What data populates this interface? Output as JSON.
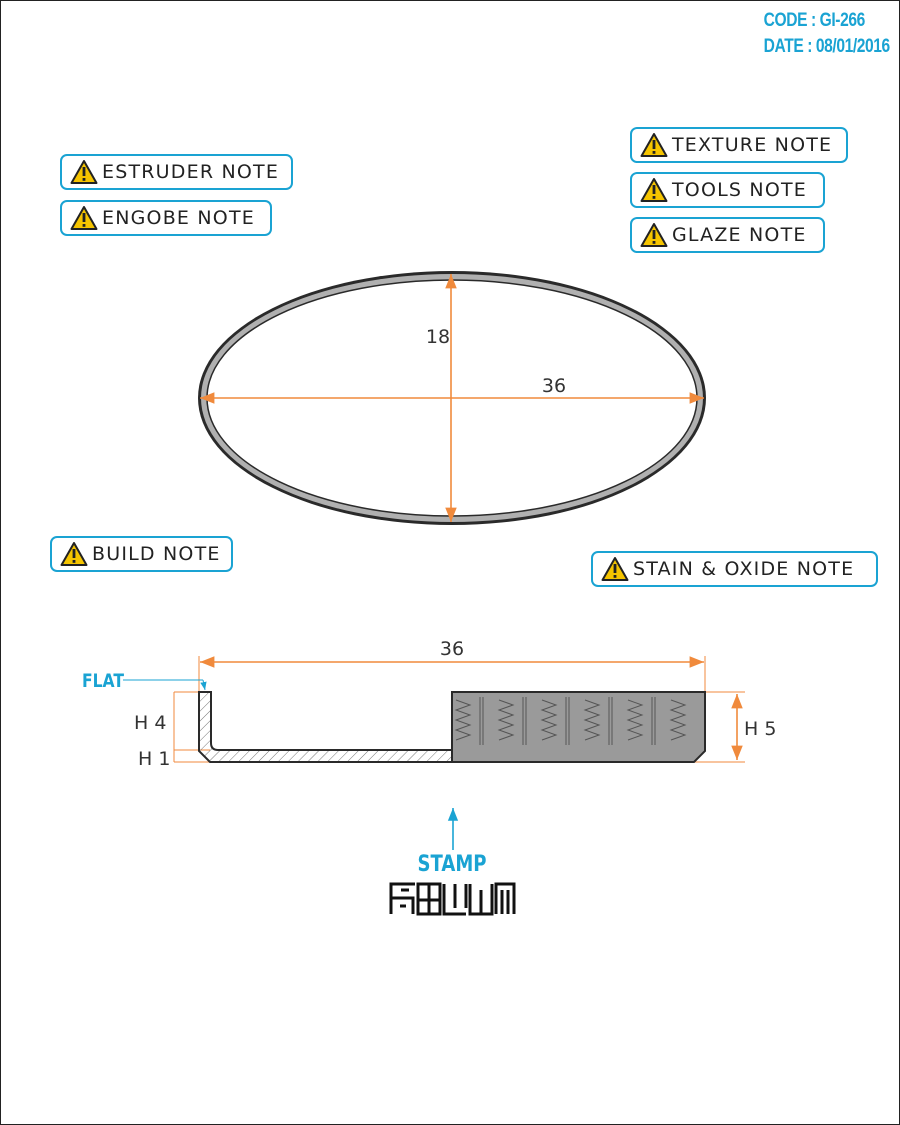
{
  "header": {
    "code": "CODE : GI-266",
    "date": "DATE : 08/01/2016"
  },
  "notes": {
    "estruder": "ESTRUDER NOTE",
    "engobe": "ENGOBE NOTE",
    "texture": "TEXTURE NOTE",
    "tools": "TOOLS NOTE",
    "glaze": "GLAZE NOTE",
    "build": "BUILD NOTE",
    "stain_oxide": "STAIN & OXIDE NOTE"
  },
  "icons": {
    "note_icon": "warning-triangle-icon",
    "stamp_logo": "stamp-logo-icon"
  },
  "top_view": {
    "height_dim": "18",
    "width_dim": "36"
  },
  "section_view": {
    "width_dim": "36",
    "flat_label": "FLAT",
    "h4_label": "H 4",
    "h1_label": "H 1",
    "h5_label": "H 5"
  },
  "stamp": {
    "label": "STAMP"
  },
  "colors": {
    "accent_blue": "#1aa3d3",
    "dimension_orange": "#f08a3c",
    "warning_yellow": "#f5c400",
    "body_grey": "#9a9a9a",
    "outline": "#2a2a2a"
  }
}
